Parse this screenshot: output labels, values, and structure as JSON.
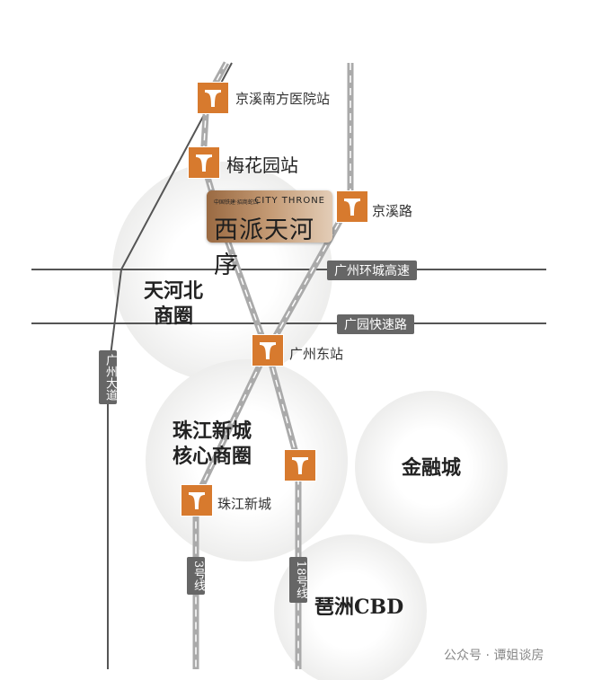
{
  "stations": [
    {
      "name": "京溪南方医院站"
    },
    {
      "name": "梅花园站"
    },
    {
      "name": "京溪路"
    },
    {
      "name": "广州东站"
    },
    {
      "name": "珠江新城"
    },
    {
      "name": ""
    }
  ],
  "project": {
    "developer": "中国铁建·招商蛇口",
    "en_name": "CITY THRONE",
    "cn_name": "西派天河序"
  },
  "roads": {
    "ring": "广州环城高速",
    "guangyuan": "广园快速路",
    "dadao": "广州大道"
  },
  "lines": {
    "line3": "3号线",
    "line18": "18号线"
  },
  "areas": {
    "tianhebei": "天河北\n商圈",
    "zhujiang": "珠江新城\n核心商圈",
    "jinrong": "金融城",
    "pazhou": "琶洲CBD"
  },
  "watermark": "公众号 · 谭姐谈房",
  "colors": {
    "station": "#d77a2e",
    "road": "#666666"
  }
}
